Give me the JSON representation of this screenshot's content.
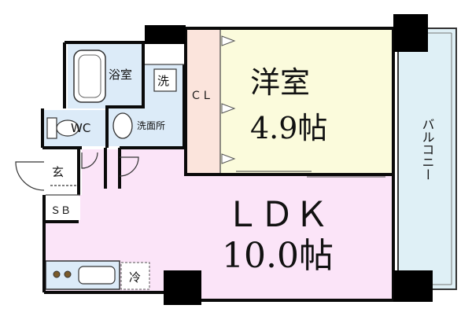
{
  "rooms": {
    "western": {
      "name": "洋室",
      "size": "4.9帖"
    },
    "ldk": {
      "name": "ＬＤＫ",
      "size": "10.0帖"
    },
    "bath": {
      "name": "浴室"
    },
    "wash_mark": {
      "name": "洗"
    },
    "closet": {
      "name": "ＣＬ"
    },
    "toilet": {
      "name": "WC"
    },
    "washroom": {
      "name": "洗面所"
    },
    "entrance": {
      "name": "玄"
    },
    "shoe_box": {
      "name": "ＳＢ"
    },
    "fridge": {
      "name": "冷"
    },
    "balcony": {
      "name": "バルコニー"
    }
  },
  "colors": {
    "western_floor": "#fbfbdc",
    "ldk_floor": "#fbe4f8",
    "wet_area": "#dcebf8",
    "closet_floor": "#fbe4dc",
    "balcony_floor": "#dff0f6",
    "wall": "#0a0a0a",
    "column": "#000000"
  }
}
